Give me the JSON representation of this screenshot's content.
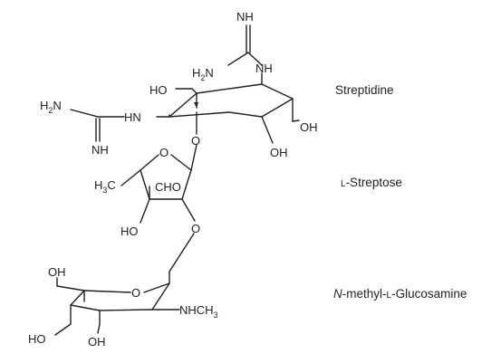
{
  "colors": {
    "ink": "#231f20",
    "background": "#ffffff"
  },
  "labels": {
    "streptidine": "Streptidine",
    "streptose_prefix": "L",
    "streptose": "-Streptose",
    "glucosamine_prefix1": "N",
    "glucosamine_mid": "-methyl-",
    "glucosamine_prefix2": "L",
    "glucosamine_tail": "-Glucosamine"
  },
  "atoms": {
    "nh_top": "NH",
    "h2n_top": "H",
    "h2n_top_sub": "2",
    "h2n_top_n": "N",
    "nh_right": "NH",
    "ho_top": "HO",
    "h2n_left": "H",
    "h2n_left_sub": "2",
    "h2n_left_n": "N",
    "hn_left": "HN",
    "nh_bottom": "NH",
    "oh_right": "OH",
    "oh_bottom": "OH",
    "o_link1": "O",
    "o_ring_streptose": "O",
    "h3c": "H",
    "h3c_sub": "3",
    "h3c_c": "C",
    "cho": "CHO",
    "ho_streptose": "HO",
    "o_link2": "O",
    "oh_glu": "OH",
    "o_ring_glu": "O",
    "nhch3": "NHCH",
    "nhch3_sub": "3",
    "ho_glu": "HO",
    "oh_glu_bottom": "OH"
  }
}
